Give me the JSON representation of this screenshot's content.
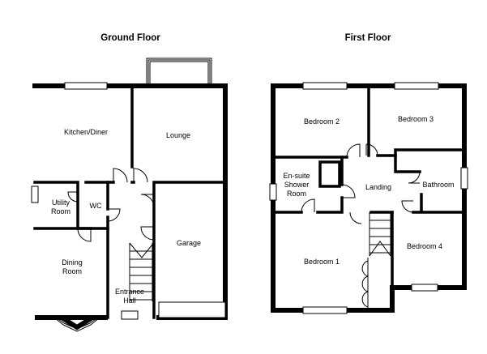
{
  "floors": [
    {
      "title": "Ground Floor",
      "rooms": [
        {
          "lines": [
            "Kitchen/Diner"
          ]
        },
        {
          "lines": [
            "Lounge"
          ]
        },
        {
          "lines": [
            "Utility",
            "Room"
          ]
        },
        {
          "lines": [
            "WC"
          ]
        },
        {
          "lines": [
            "Dining",
            "Room"
          ]
        },
        {
          "lines": [
            "Garage"
          ]
        },
        {
          "lines": [
            "Entrance",
            "Hall"
          ]
        }
      ]
    },
    {
      "title": "First Floor",
      "rooms": [
        {
          "lines": [
            "Bedroom 2"
          ]
        },
        {
          "lines": [
            "Bedroom 3"
          ]
        },
        {
          "lines": [
            "En-suite",
            "Shower",
            "Room"
          ]
        },
        {
          "lines": [
            "Landing"
          ]
        },
        {
          "lines": [
            "Bathroom"
          ]
        },
        {
          "lines": [
            "Bedroom 1"
          ]
        },
        {
          "lines": [
            "Bedroom 4"
          ]
        }
      ]
    }
  ]
}
